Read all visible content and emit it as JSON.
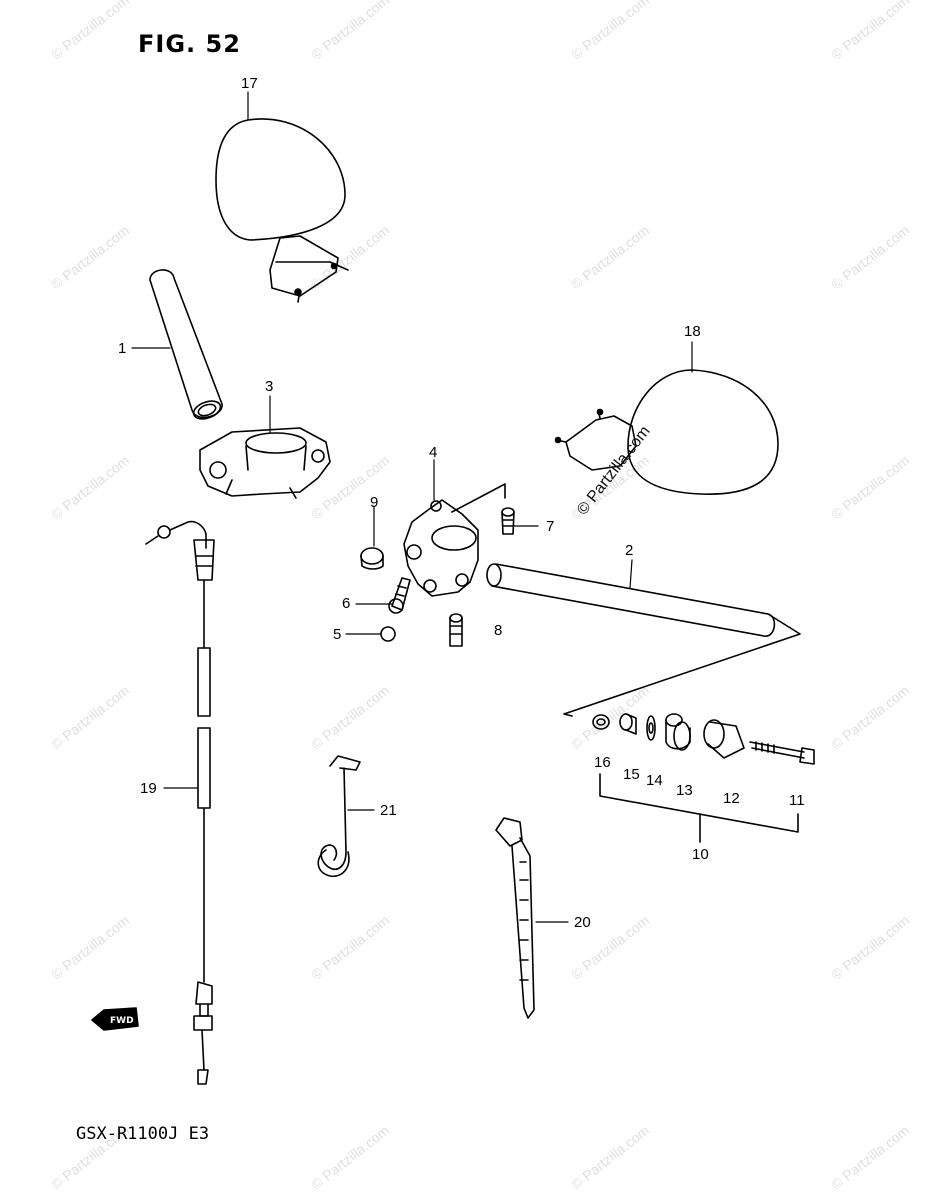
{
  "figure": {
    "title": "FIG. 52",
    "model_code": "GSX-R1100J  E3",
    "fwd_label": "FWD"
  },
  "watermark": {
    "text": "© Partzilla.com"
  },
  "callouts": [
    {
      "id": "c17",
      "label": "17"
    },
    {
      "id": "c1",
      "label": "1"
    },
    {
      "id": "c3",
      "label": "3"
    },
    {
      "id": "c18",
      "label": "18"
    },
    {
      "id": "c4",
      "label": "4"
    },
    {
      "id": "c9",
      "label": "9"
    },
    {
      "id": "c7",
      "label": "7"
    },
    {
      "id": "c2",
      "label": "2"
    },
    {
      "id": "c6",
      "label": "6"
    },
    {
      "id": "c5",
      "label": "5"
    },
    {
      "id": "c8",
      "label": "8"
    },
    {
      "id": "c19",
      "label": "19"
    },
    {
      "id": "c21",
      "label": "21"
    },
    {
      "id": "c16",
      "label": "16"
    },
    {
      "id": "c15",
      "label": "15"
    },
    {
      "id": "c14",
      "label": "14"
    },
    {
      "id": "c13",
      "label": "13"
    },
    {
      "id": "c12",
      "label": "12"
    },
    {
      "id": "c11",
      "label": "11"
    },
    {
      "id": "c10",
      "label": "10"
    },
    {
      "id": "c20",
      "label": "20"
    }
  ]
}
